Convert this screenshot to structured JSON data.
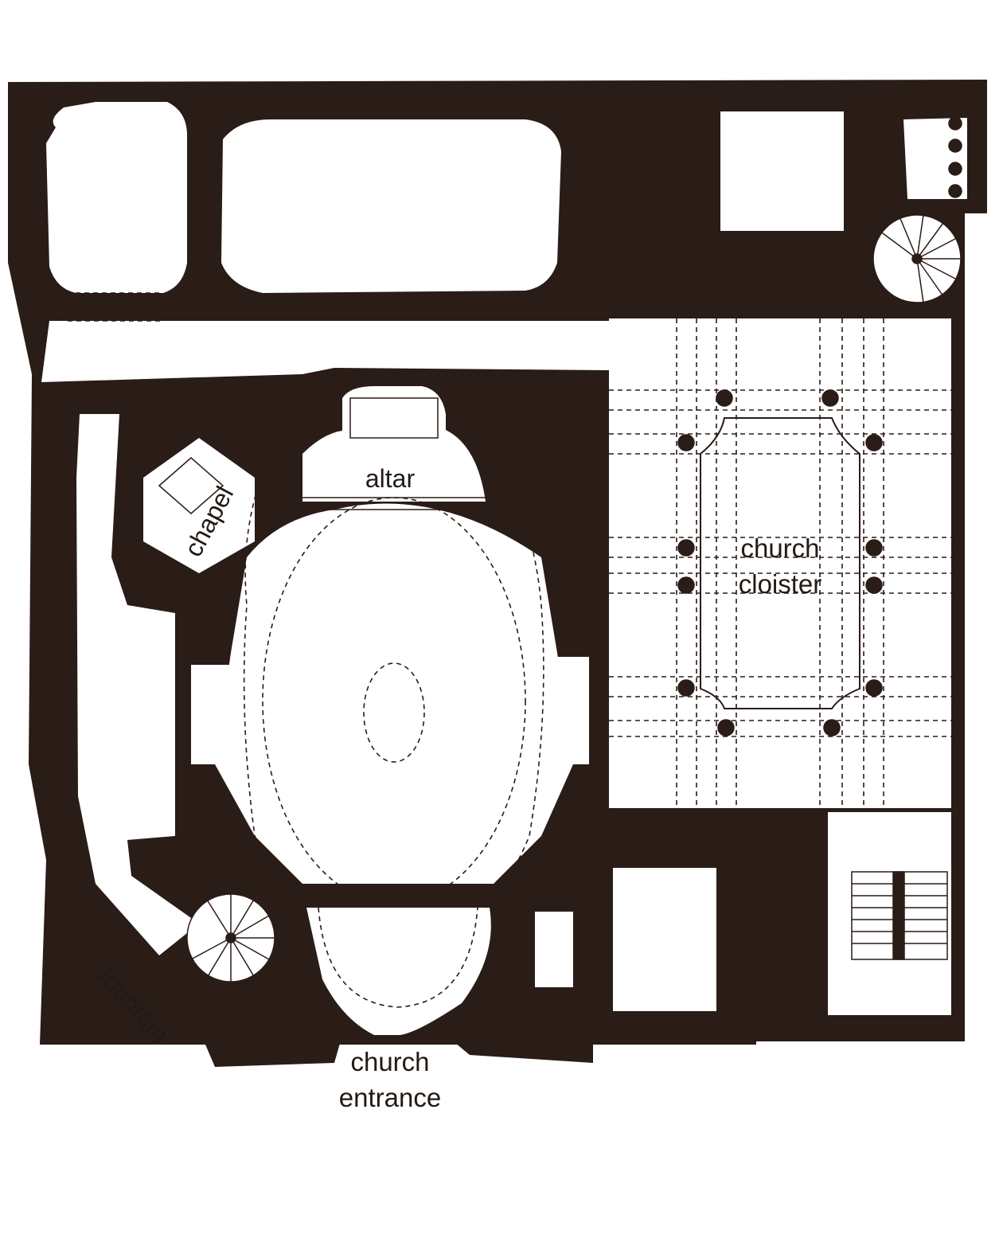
{
  "colors": {
    "wall": "#2a1c17",
    "paper": "#ffffff",
    "line": "#2a1c17"
  },
  "labels": {
    "altar": "altar",
    "chapel": "chapel",
    "cloister_line1": "church",
    "cloister_line2": "cloister",
    "fountain": "fountain",
    "entrance_line1": "church",
    "entrance_line2": "entrance"
  }
}
